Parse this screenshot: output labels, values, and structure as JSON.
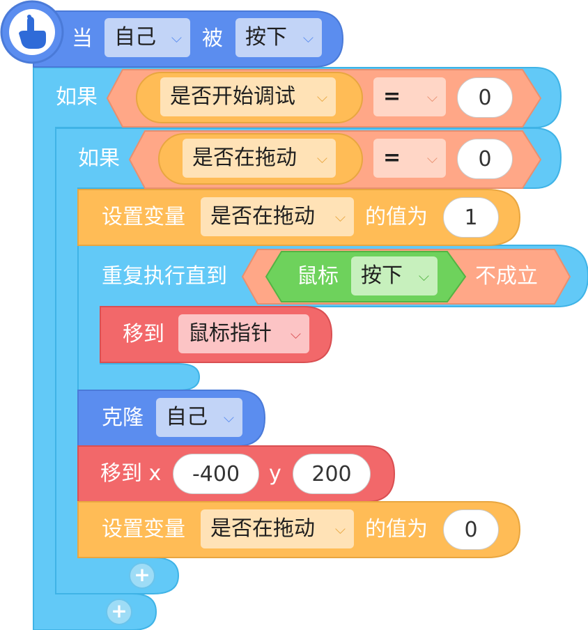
{
  "hat": {
    "when_label": "当",
    "target": "自己",
    "by_label": "被",
    "event": "按下"
  },
  "if1": {
    "label": "如果",
    "var": "是否开始调试",
    "op": "=",
    "value": "0"
  },
  "if2": {
    "label": "如果",
    "var": "是否在拖动",
    "op": "=",
    "value": "0"
  },
  "set1": {
    "label": "设置变量",
    "var": "是否在拖动",
    "mid": "的值为",
    "value": "1"
  },
  "repeat": {
    "label": "重复执行直到",
    "sensor": "鼠标",
    "state": "按下",
    "suffix": "不成立"
  },
  "move1": {
    "label": "移到",
    "target": "鼠标指针"
  },
  "clone": {
    "label": "克隆",
    "target": "自己"
  },
  "move2": {
    "label": "移到 x",
    "x": "-400",
    "y_label": "y",
    "y": "200"
  },
  "set2": {
    "label": "设置变量",
    "var": "是否在拖动",
    "mid": "的值为",
    "value": "0"
  },
  "plus_icon": "+",
  "colors": {
    "event": "#5b8def",
    "control": "#5fcaf7",
    "operator": "#ffa787",
    "variable": "#ffbc56",
    "motion": "#f2686a",
    "sensing": "#6ed25c"
  }
}
